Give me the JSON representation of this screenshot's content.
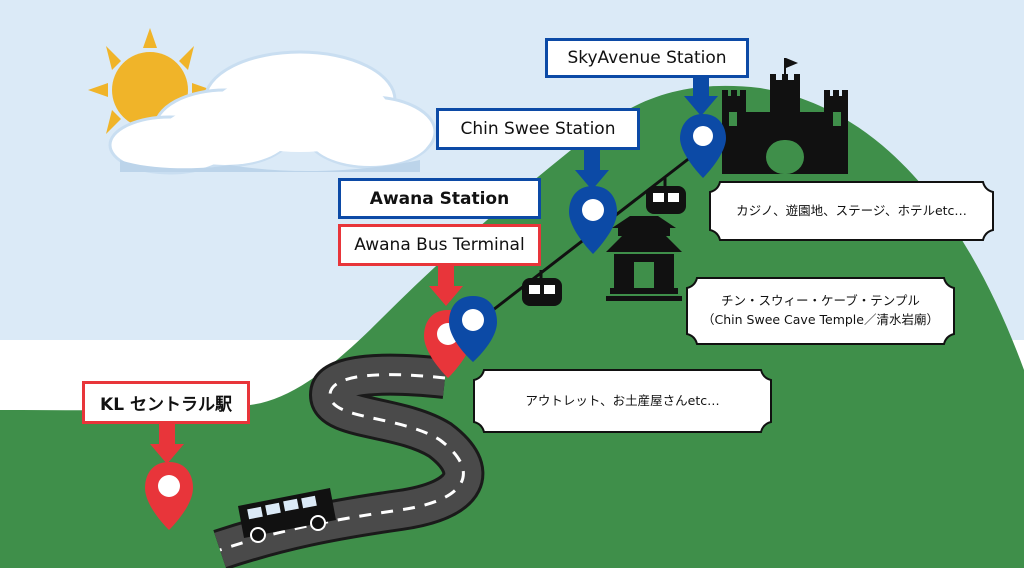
{
  "stations": {
    "skyavenue": "SkyAvenue Station",
    "chinswee": "Chin Swee Station",
    "awana": "Awana Station",
    "awana_bus": "Awana Bus Terminal",
    "kl_sentral": "KL セントラル駅"
  },
  "callouts": {
    "skyavenue": "カジノ、遊園地、ステージ、ホテルetc…",
    "chinswee_line1": "チン・スウィー・ケーブ・テンプル",
    "chinswee_line2": "（Chin Swee Cave Temple／清水岩廟）",
    "awana": "アウトレット、お土産屋さんetc…"
  },
  "icons": [
    "sun-icon",
    "cloud-icon",
    "castle-icon",
    "temple-icon",
    "cable-car-icon",
    "bus-icon",
    "map-pin-icon",
    "down-arrow-icon"
  ],
  "colors": {
    "sky": "#dbeaf7",
    "mountain": "#3f8f4a",
    "blue_station": "#0c4aa6",
    "red_station": "#e8353a",
    "sun": "#f0b429",
    "road": "#3a3a3a"
  }
}
